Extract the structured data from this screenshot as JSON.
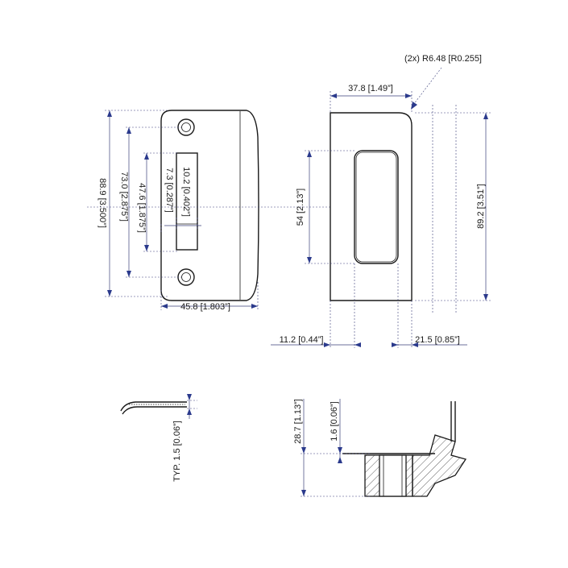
{
  "labels": {
    "radius": "(2x) R6.48 [R0.255]",
    "width_side": "37.8 [1.49”]",
    "height_front": "88.9 [3.500”]",
    "height_hole_centers": "73.0 [2.875”]",
    "height_slot": "47.6 [1.875”]",
    "slot_width_outer": "10.2 [0.402”]",
    "slot_width_inner": "7.3 [0.287”]",
    "width_front": "45.8 [1.803”]",
    "pocket_height": "54 [2.13”]",
    "height_side": "89.2 [3.51”]",
    "offset_left": "11.2 [0.44”]",
    "pocket_depth": "21.5 [0.85”]",
    "thickness": "TYP. 1.5 [0.06”]",
    "depth_total": "28.7 [1.13”]",
    "lip": "1.6 [0.06”]"
  }
}
